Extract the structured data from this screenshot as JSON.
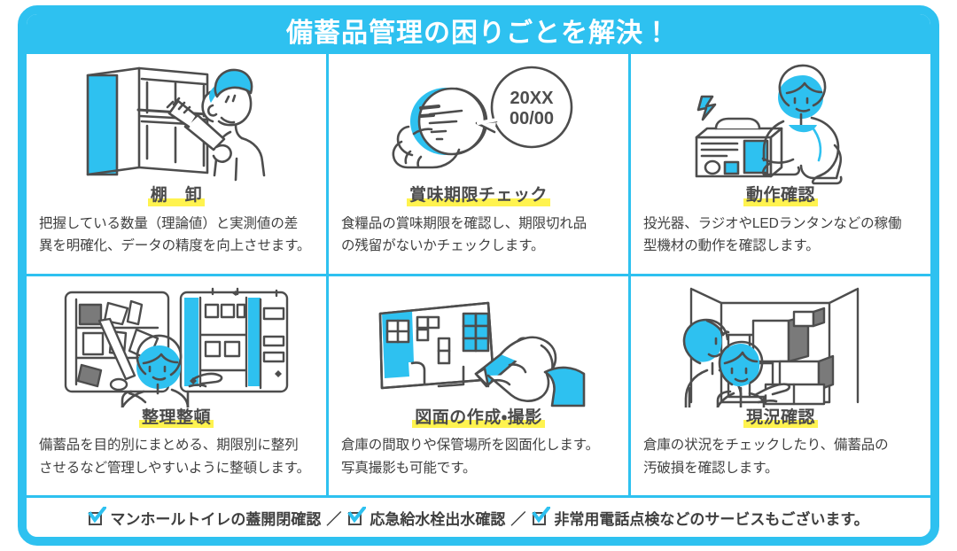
{
  "colors": {
    "accent": "#2ec1f0",
    "highlight": "#fff34f",
    "ink": "#4a4a4a",
    "body_text": "#3f3f3f",
    "white": "#ffffff"
  },
  "header": {
    "title": "備蓄品管理の困りごとを解決！"
  },
  "cards": [
    {
      "title": "棚　卸",
      "body_line1": "把握している数量（理論値）と実測値の差",
      "body_line2": "異を明確化、データの精度を向上させます。",
      "illustration": "person-checking-shelf-with-clipboard"
    },
    {
      "title": "賞味期限チェック",
      "body_line1": "食糧品の賞味期限を確認し、期限切れ品",
      "body_line2": "の残留がないかチェックします。",
      "illustration": "hand-holding-can-with-date-bubble",
      "bubble_line1": "20XX",
      "bubble_line2": "00/00"
    },
    {
      "title": "動作確認",
      "body_line1": "投光器、ラジオやLEDランタンなどの稼働",
      "body_line2": "型機材の動作を確認します。",
      "illustration": "person-testing-portable-generator"
    },
    {
      "title": "整理整頓",
      "body_line1": "備蓄品を目的別にまとめる、期限別に整列",
      "body_line2": "させるなど管理しやすいように整頓します。",
      "illustration": "messy-vs-tidy-shelves-with-person"
    },
    {
      "title": "図面の作成・撮影",
      "body_line1": "倉庫の間取りや保管場所を図面化します。",
      "body_line2": "写真撮影も可能です。",
      "illustration": "hand-drawing-floor-plan-with-pen"
    },
    {
      "title": "現況確認",
      "body_line1": "倉庫の状況をチェックしたり、備蓄品の",
      "body_line2": "汚破損を確認します。",
      "illustration": "two-people-inspecting-storage-room"
    }
  ],
  "footer": {
    "items": [
      {
        "label": "マンホールトイレの蓋開閉確認"
      },
      {
        "label": "応急給水栓出水確認"
      },
      {
        "label": "非常用電話点検などのサービスもございます。"
      }
    ],
    "separator": "／"
  }
}
